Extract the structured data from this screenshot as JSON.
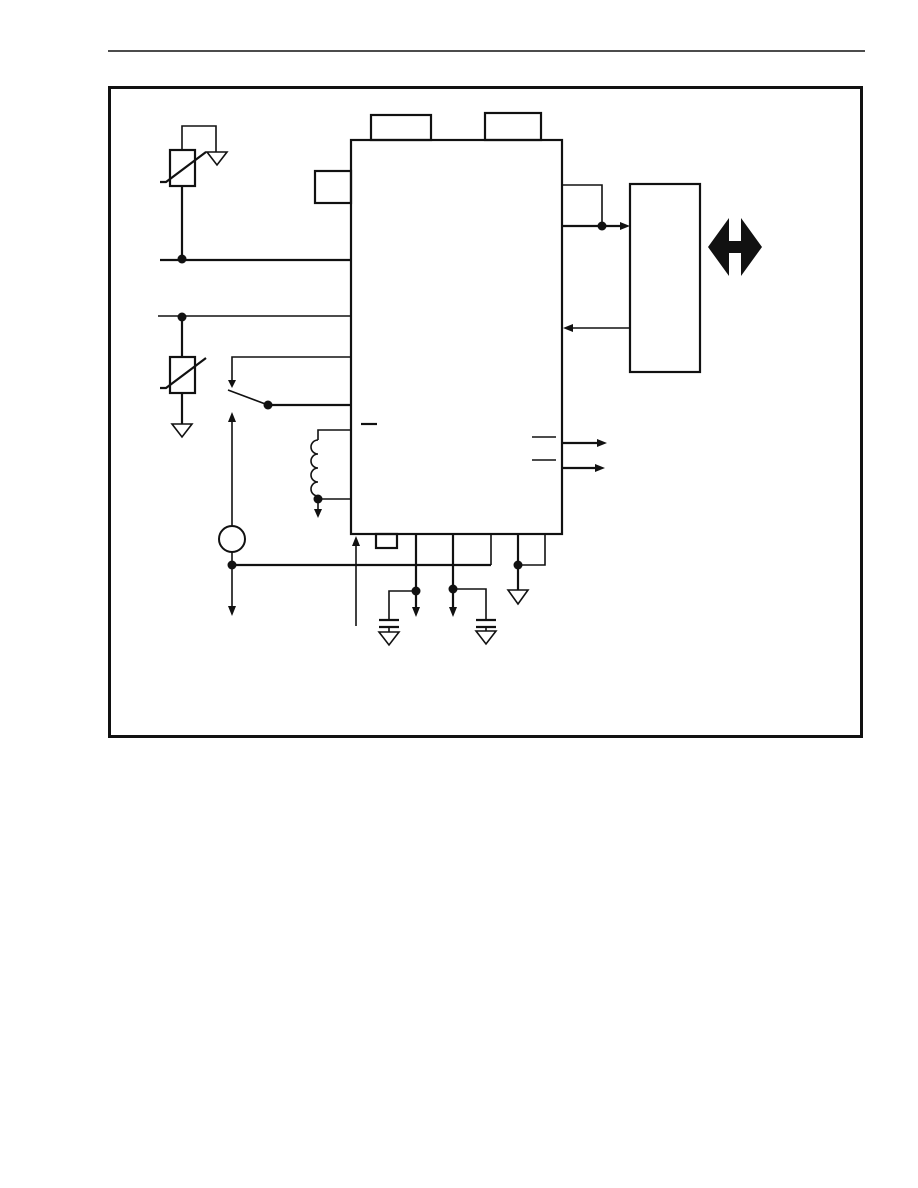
{
  "page": {
    "header_rule": true,
    "figure_frame": true
  },
  "diagram": {
    "ic_label": "",
    "pin_labels": [],
    "components": [
      "thermistor",
      "thermistor",
      "switch",
      "inductor",
      "signal-source",
      "capacitor",
      "capacitor",
      "ground",
      "bus-interface-block",
      "bidirectional-arrow"
    ]
  },
  "colors": {
    "ink": "#111111",
    "paper": "#ffffff"
  }
}
